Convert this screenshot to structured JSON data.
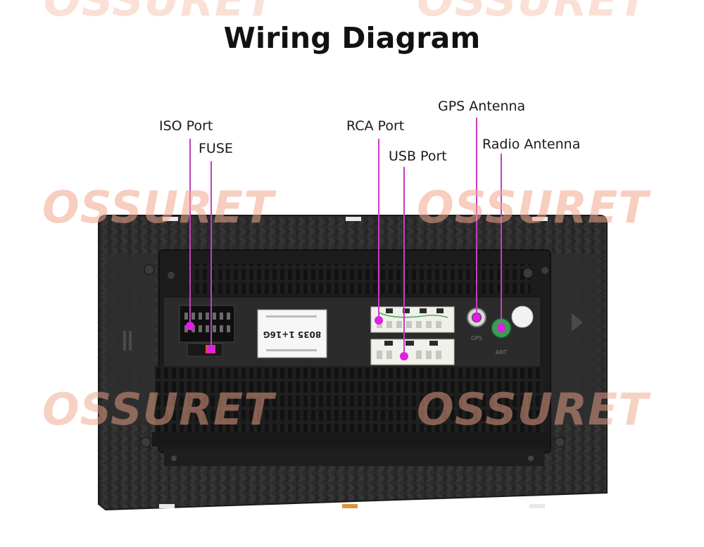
{
  "title": "Wiring Diagram",
  "watermark": {
    "text": "OSSURET",
    "color": "#f0a58a"
  },
  "device_labels": {
    "sticker_model": "8035 1+16G",
    "gps_mark": "GPS",
    "radio_mark": "ANT"
  },
  "callouts": [
    {
      "id": "iso-port",
      "label": "ISO Port"
    },
    {
      "id": "fuse",
      "label": "FUSE"
    },
    {
      "id": "rca-port",
      "label": "RCA Port"
    },
    {
      "id": "usb-port",
      "label": "USB Port"
    },
    {
      "id": "gps-antenna",
      "label": "GPS Antenna"
    },
    {
      "id": "radio-antenna",
      "label": "Radio Antenna"
    }
  ],
  "colors": {
    "accent": "#c63ec6",
    "dot": "#e020e0",
    "frame": "#2b2b2b"
  }
}
